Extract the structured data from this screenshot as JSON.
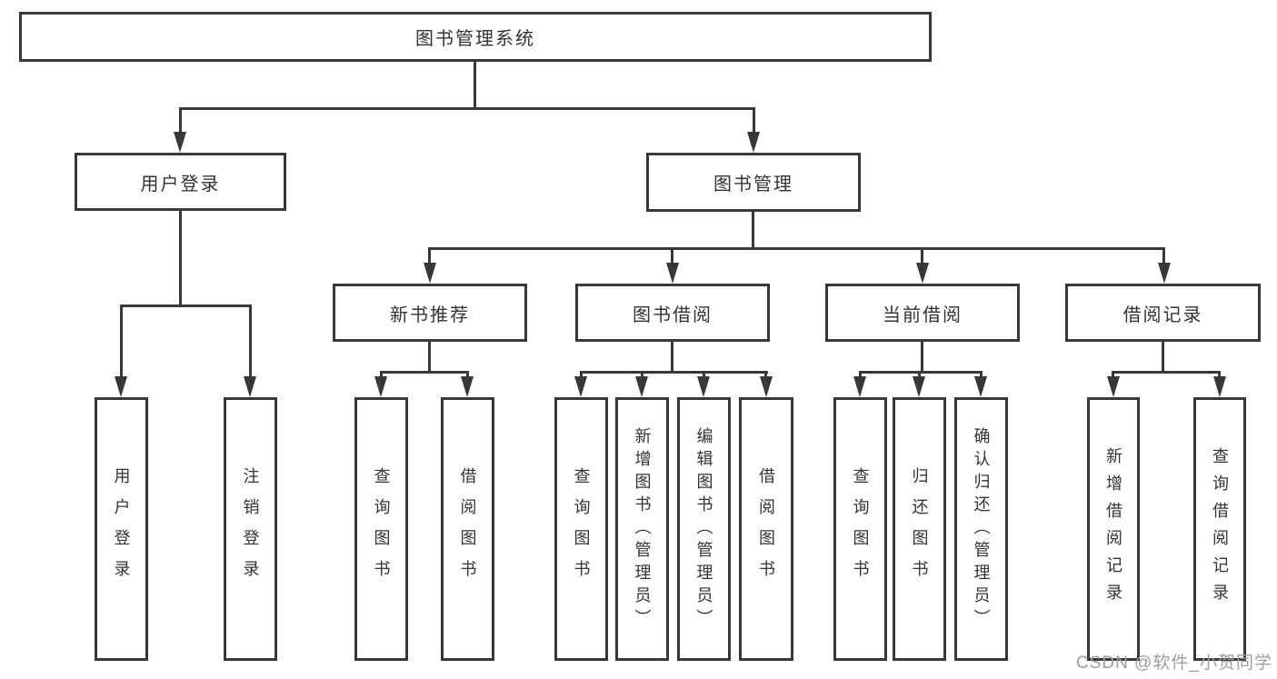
{
  "tree": {
    "root": "图书管理系统",
    "children": [
      {
        "label": "用户登录",
        "children": [
          "用户登录",
          "注销登录"
        ]
      },
      {
        "label": "图书管理",
        "children": [
          {
            "label": "新书推荐",
            "children": [
              "查询图书",
              "借阅图书"
            ]
          },
          {
            "label": "图书借阅",
            "children": [
              "查询图书",
              "新增图书（管理员）",
              "编辑图书（管理员）",
              "借阅图书"
            ]
          },
          {
            "label": "当前借阅",
            "children": [
              "查询图书",
              "归还图书",
              "确认归还（管理员）"
            ]
          },
          {
            "label": "借阅记录",
            "children": [
              "新增借阅记录",
              "查询借阅记录"
            ]
          }
        ]
      }
    ]
  },
  "watermark": "CSDN @软件_小贺同学",
  "colors": {
    "line": "#383838",
    "text": "#333333",
    "watermark": "#9e9e9e",
    "background": "#ffffff"
  }
}
